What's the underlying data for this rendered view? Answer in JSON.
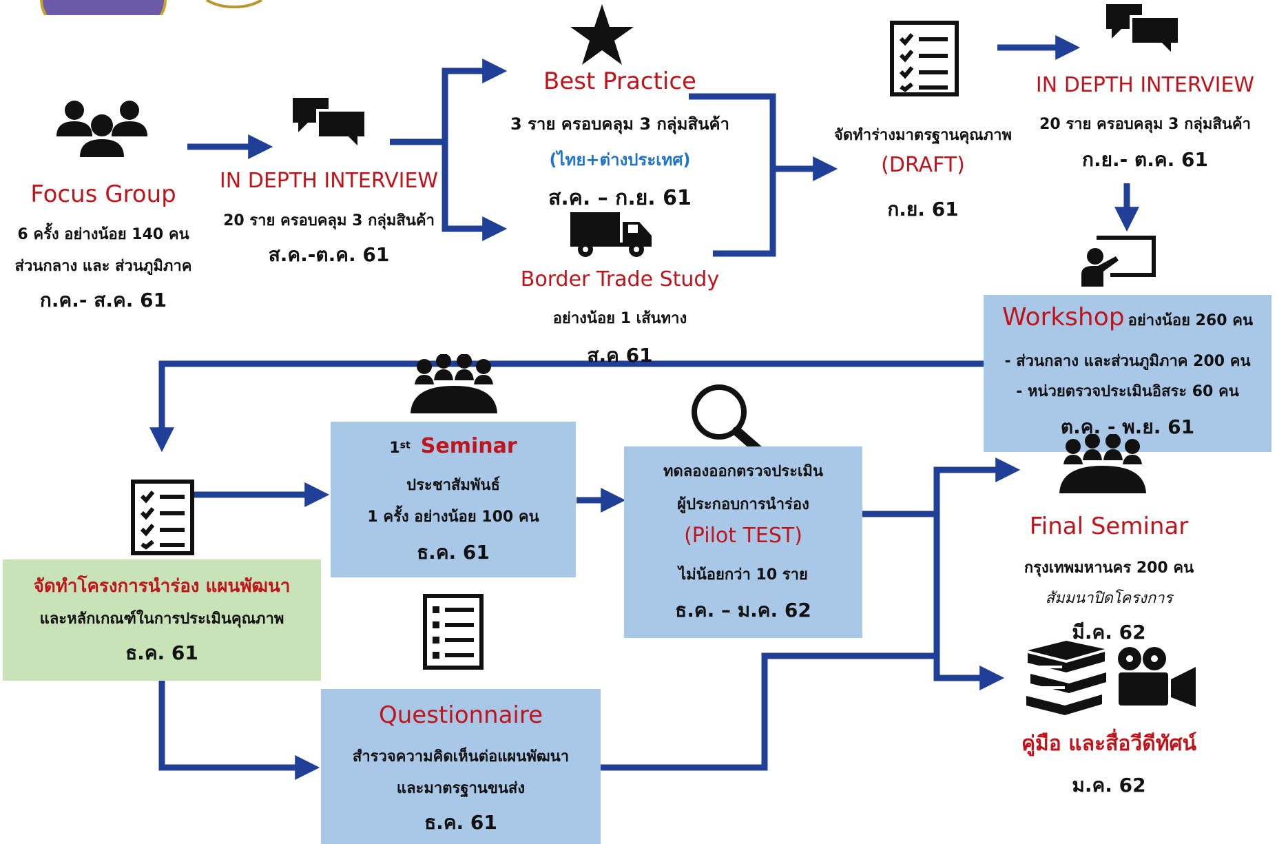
{
  "colors": {
    "arrow": "#203f96",
    "title_red": "#c0141c",
    "blue_text": "#1f74c4",
    "box_blue": "#a9c8e8",
    "box_green": "#c9e3b8"
  },
  "focus_group": {
    "title": "Focus Group",
    "line1": "6 ครั้ง อย่างน้อย 140 คน",
    "line2": "ส่วนกลาง และ ส่วนภูมิภาค",
    "date": "ก.ค.- ส.ค. 61",
    "icon": "group-icon"
  },
  "interview1": {
    "title": "IN DEPTH INTERVIEW",
    "line1": "20 ราย ครอบคลุม 3 กลุ่มสินค้า",
    "date": "ส.ค.-ต.ค. 61",
    "icon": "chat-bubbles-icon"
  },
  "best_practice": {
    "title": "Best Practice",
    "line1": "3 ราย ครอบคลุม 3 กลุ่มสินค้า",
    "line2": "(ไทย+ต่างประเทศ)",
    "date": "ส.ค. – ก.ย. 61",
    "icon": "star-icon"
  },
  "border_trade": {
    "title": "Border Trade Study",
    "line1": "อย่างน้อย 1 เส้นทาง",
    "date": "ส.ค 61",
    "icon": "truck-icon"
  },
  "draft": {
    "line1": "จัดทำร่างมาตรฐานคุณภาพ",
    "title": "(DRAFT)",
    "date": "ก.ย. 61",
    "icon": "checklist-icon"
  },
  "interview2": {
    "title": "IN DEPTH INTERVIEW",
    "line1": "20 ราย ครอบคลุม 3 กลุ่มสินค้า",
    "date": "ก.ย.- ต.ค. 61",
    "icon": "chat-bubbles-icon"
  },
  "workshop": {
    "title": "Workshop",
    "title_suffix": "อย่างน้อย 260 คน",
    "line1": "- ส่วนกลาง และส่วนภูมิภาค 200 คน",
    "line2": "-    หน่วยตรวจประเมินอิสระ 60 คน",
    "date": "ต.ค. - พ.ย. 61",
    "icon": "presentation-icon"
  },
  "pilot_plan": {
    "title": "จัดทำโครงการนำร่อง แผนพัฒนา",
    "line1": "และหลักเกณฑ์ในการประเมินคุณภาพ",
    "date": "ธ.ค. 61",
    "icon": "checklist-icon"
  },
  "seminar1": {
    "prefix": "1",
    "sup": "st",
    "title": "Seminar",
    "line1": "ประชาสัมพันธ์",
    "line2": "1 ครั้ง อย่างน้อย 100 คน",
    "date": "ธ.ค. 61",
    "icon": "meeting-icon"
  },
  "pilot_test": {
    "line1": "ทดลองออกตรวจประเมิน",
    "line2": "ผู้ประกอบการนำร่อง",
    "title": "(Pilot TEST)",
    "line3": "ไม่น้อยกว่า 10 ราย",
    "date": "ธ.ค. – ม.ค. 62",
    "icon": "magnifier-icon"
  },
  "questionnaire": {
    "title": "Questionnaire",
    "line1": "สำรวจความคิดเห็นต่อแผนพัฒนา",
    "line2": "และมาตรฐานขนส่ง",
    "date": "ธ.ค. 61",
    "icon": "list-icon"
  },
  "final_seminar": {
    "title": "Final Seminar",
    "line1": "กรุงเทพมหานคร 200 คน",
    "line2": "สัมมนาปิดโครงการ",
    "date": "มี.ค. 62",
    "icon": "meeting-icon"
  },
  "manual": {
    "title": "คู่มือ และสื่อวีดีทัศน์",
    "date": "ม.ค. 62",
    "icon1": "books-icon",
    "icon2": "video-camera-icon"
  }
}
